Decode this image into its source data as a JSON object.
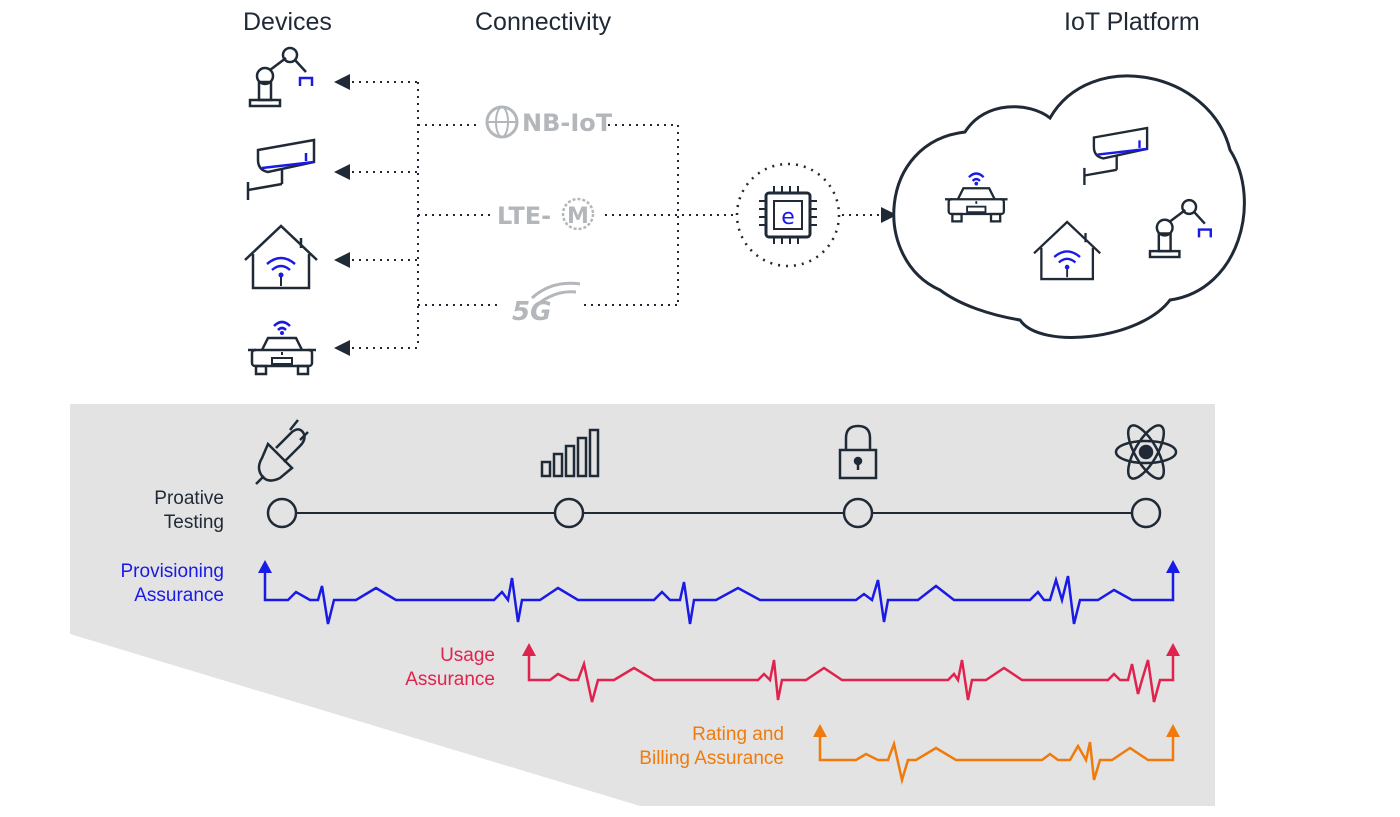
{
  "headers": {
    "devices": "Devices",
    "connectivity": "Connectivity",
    "iot_platform": "IoT Platform"
  },
  "networks": {
    "nbiot": "NB-IoT",
    "ltem_prefix": "LTE-",
    "ltem_badge": "M",
    "fiveg": "5G"
  },
  "chip_label": "e",
  "lanes": {
    "proactive": {
      "line1": "Proative",
      "line2": "Testing"
    },
    "provisioning": {
      "line1": "Provisioning",
      "line2": "Assurance"
    },
    "usage": {
      "line1": "Usage",
      "line2": "Assurance"
    },
    "rating": {
      "line1": "Rating and",
      "line2": "Billing Assurance"
    }
  },
  "stage_icons": [
    "plug-icon",
    "signal-bars-icon",
    "padlock-icon",
    "atom-icon"
  ],
  "device_icons": [
    "robot-arm-icon",
    "security-camera-icon",
    "smart-home-icon",
    "connected-car-icon"
  ],
  "colors": {
    "dark": "#1f2a36",
    "blue": "#1a1ae6",
    "red": "#e0234e",
    "orange": "#f07b0c",
    "panel": "#e3e3e3",
    "logo_grey": "#b3b6ba"
  }
}
